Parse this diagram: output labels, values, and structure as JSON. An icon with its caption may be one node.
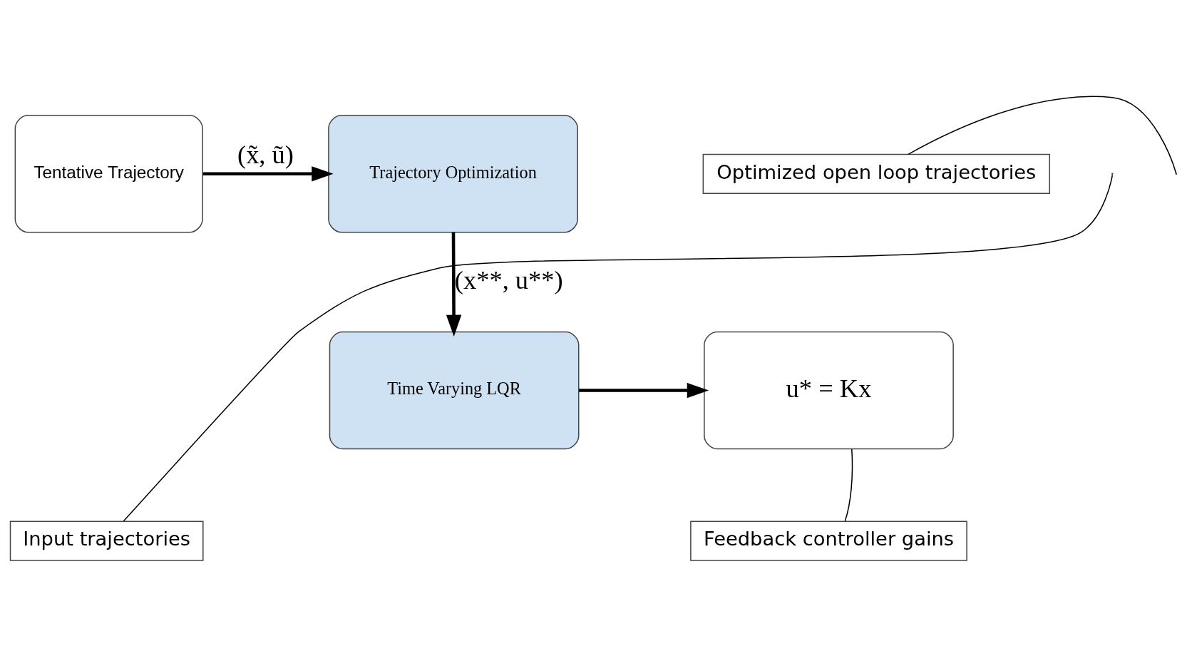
{
  "diagram": {
    "nodes": [
      {
        "text": [
          "Tentative Trajectory"
        ]
      },
      {
        "text": [
          "Trajectory Optimization"
        ]
      },
      {
        "text": [
          "Time Varying LQR"
        ]
      },
      {
        "text": [
          "u* = Kx"
        ]
      },
      {
        "text": [
          "Optimized open loop trajectories"
        ]
      },
      {
        "text": [
          "Input trajectories"
        ]
      },
      {
        "text": [
          "Feedback controller gains"
        ]
      }
    ],
    "edges": [
      {
        "from": 0,
        "to": 1,
        "arrow": "to",
        "label": "(x̃, ũ)",
        "style": "thick"
      },
      {
        "from": 1,
        "to": 2,
        "arrow": "to",
        "label": "(x**, u**)",
        "style": "thick"
      },
      {
        "from": 2,
        "to": 3,
        "arrow": "to",
        "style": "thick"
      },
      {
        "from": 4,
        "to": null,
        "arrow": "none"
      },
      {
        "from": 5,
        "to": null,
        "arrow": "none"
      },
      {
        "from": 6,
        "to": 3,
        "arrow": "none"
      }
    ]
  }
}
